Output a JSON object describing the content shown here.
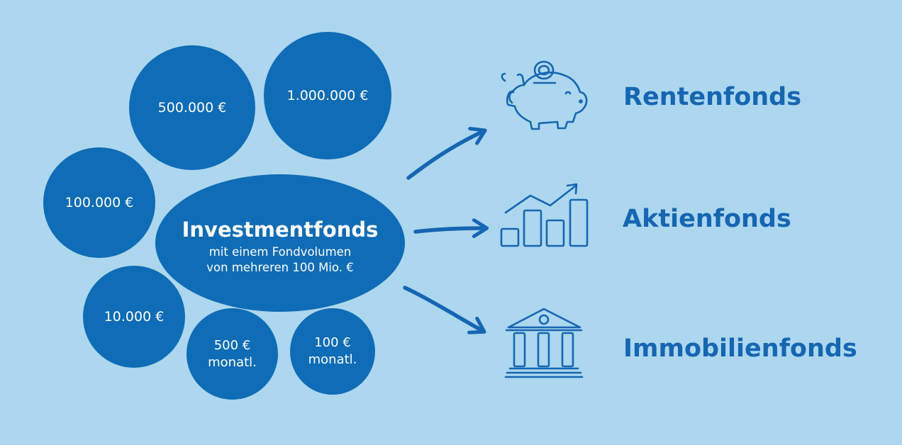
{
  "center": {
    "title": "Investmentfonds",
    "subtitle_line1": "mit einem Fondvolumen",
    "subtitle_line2": "von mehreren 100 Mio. €"
  },
  "amounts": {
    "a500k": "500.000 €",
    "a1m": "1.000.000 €",
    "a100k": "100.000 €",
    "a10k": "10.000 €",
    "a500_line1": "500 €",
    "a500_line2": "monatl.",
    "a100_line1": "100 €",
    "a100_line2": "monatl."
  },
  "funds": {
    "renten": "Rentenfonds",
    "aktien": "Aktienfonds",
    "immobilien": "Immobilienfonds"
  },
  "colors": {
    "background": "#acd7ee",
    "bubble": "#0f6cb6",
    "label": "#1566b3"
  },
  "icons": [
    "piggy-bank-icon",
    "bar-chart-growth-icon",
    "bank-building-icon"
  ]
}
